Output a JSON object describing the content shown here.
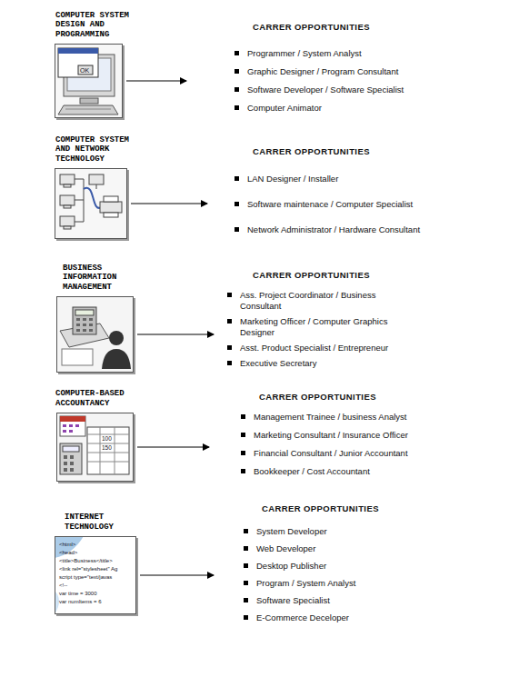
{
  "diagram": {
    "nodes": [
      {
        "text": [
          "COMPUTER SYSTEM DESIGN AND PROGRAMMING"
        ]
      },
      {
        "text": [
          "CARRER OPPORTUNITIES",
          "Programmer / System Analyst",
          "Graphic Designer / Program Consultant",
          "Software Developer / Software Specialist",
          "Computer Animator"
        ]
      },
      {
        "text": [
          "COMPUTER SYSTEM AND NETWORK TECHNOLOGY"
        ]
      },
      {
        "text": [
          "CARRER OPPORTUNITIES",
          "LAN Designer / Installer",
          "Software maintenace / Computer Specialist",
          "Network Administrator / Hardware Consultant"
        ]
      },
      {
        "text": [
          "BUSINESS INFORMATION MANAGEMENT"
        ]
      },
      {
        "text": [
          "CARRER OPPORTUNITIES",
          "Ass. Project Coordinator / Business Consultant",
          "Marketing Officer / Computer Graphics Designer",
          "Asst. Product Specialist / Entrepreneur",
          "Executive Secretary"
        ]
      },
      {
        "text": [
          "COMPUTER-BASED ACCOUNTANCY"
        ]
      },
      {
        "text": [
          "CARRER OPPORTUNITIES",
          "Management Trainee / business Analyst",
          "Marketing Consultant / Insurance Officer",
          "Financial Consultant / Junior Accountant",
          "Bookkeeper / Cost Accountant"
        ]
      },
      {
        "text": [
          "INTERNET TECHNOLOGY"
        ]
      },
      {
        "text": [
          "CARRER OPPORTUNITIES",
          "System Developer",
          "Web Developer",
          "Desktop Publisher",
          "Program / System Analyst",
          "Software Specialist",
          "E-Commerce Deceloper"
        ]
      }
    ],
    "edges": [
      {
        "from": 0,
        "to": 1,
        "arrow": "to"
      },
      {
        "from": 2,
        "to": 3,
        "arrow": "to"
      },
      {
        "from": 4,
        "to": 5,
        "arrow": "to"
      },
      {
        "from": 6,
        "to": 7,
        "arrow": "to"
      },
      {
        "from": 8,
        "to": 9,
        "arrow": "to"
      }
    ],
    "labels": [
      "OK",
      "100",
      "150",
      "<html>",
      "<head>",
      "<title>Business</title>",
      "<link rel=\"stylesheet\" Ag",
      "script type=\"text/javas",
      "<!--",
      "var time = 3000",
      "var numItems = 6"
    ]
  }
}
